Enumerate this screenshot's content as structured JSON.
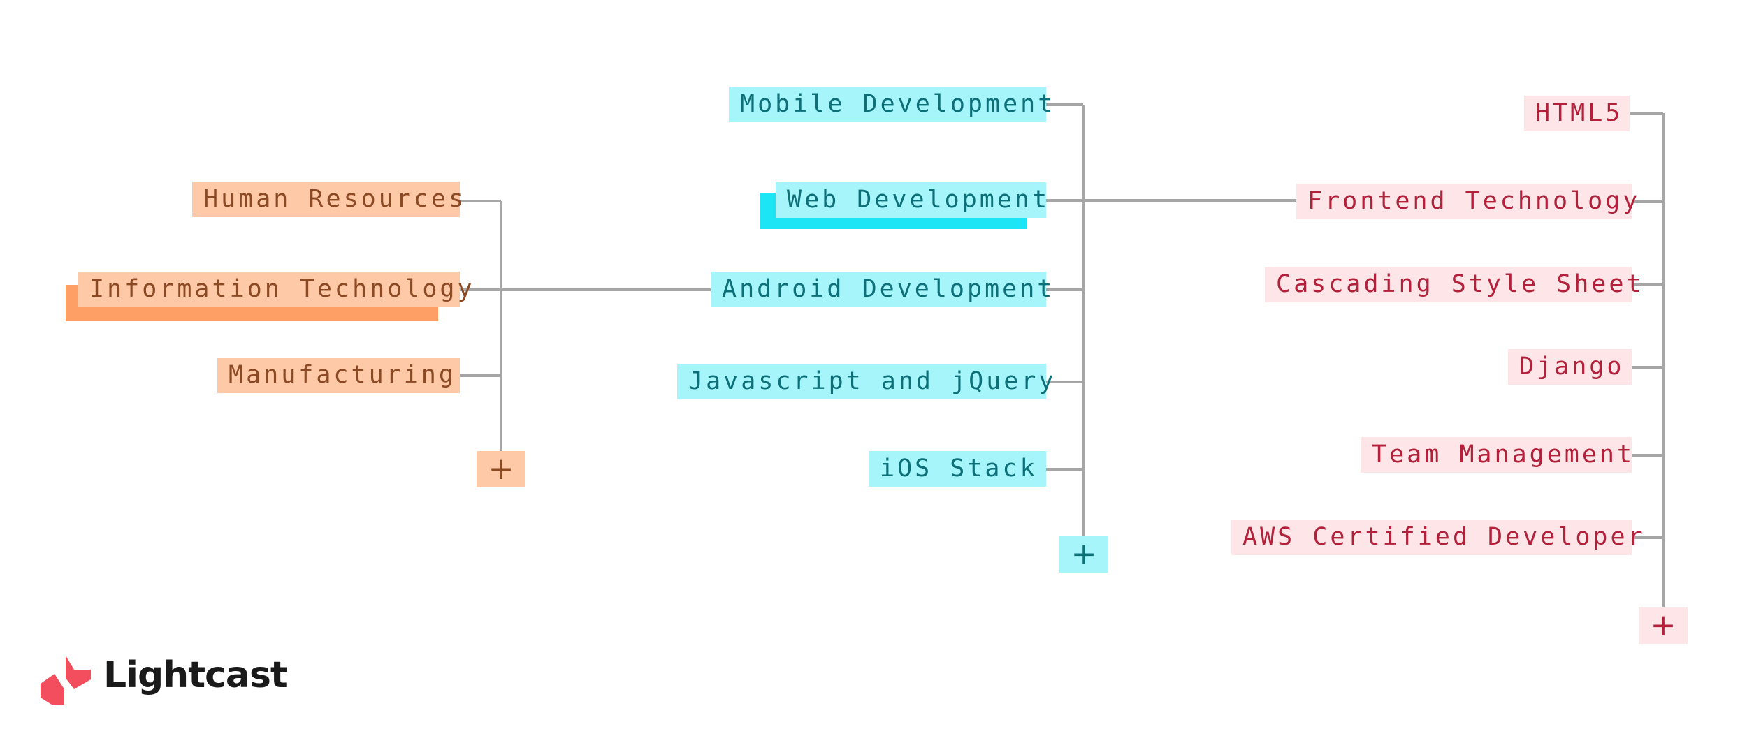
{
  "groups": {
    "industries": {
      "color": "#fec9a6",
      "items": [
        "Human Resources",
        "Information Technology",
        "Manufacturing"
      ],
      "selected": "Information Technology",
      "add_label": "+"
    },
    "specializations": {
      "color": "#a6f5fa",
      "items": [
        "Mobile Development",
        "Web Development",
        "Android Development",
        "Javascript and jQuery",
        "iOS Stack"
      ],
      "selected": "Web Development",
      "add_label": "+"
    },
    "skills": {
      "color": "#fde5e8",
      "items": [
        "HTML5",
        "Frontend Technology",
        "Cascading Style Sheet",
        "Django",
        "Team Management",
        "AWS Certified Developer"
      ],
      "add_label": "+"
    }
  },
  "connector_color": "#a6a6a6",
  "logo": {
    "text": "Lightcast",
    "mark_color": "#f24e5e"
  }
}
